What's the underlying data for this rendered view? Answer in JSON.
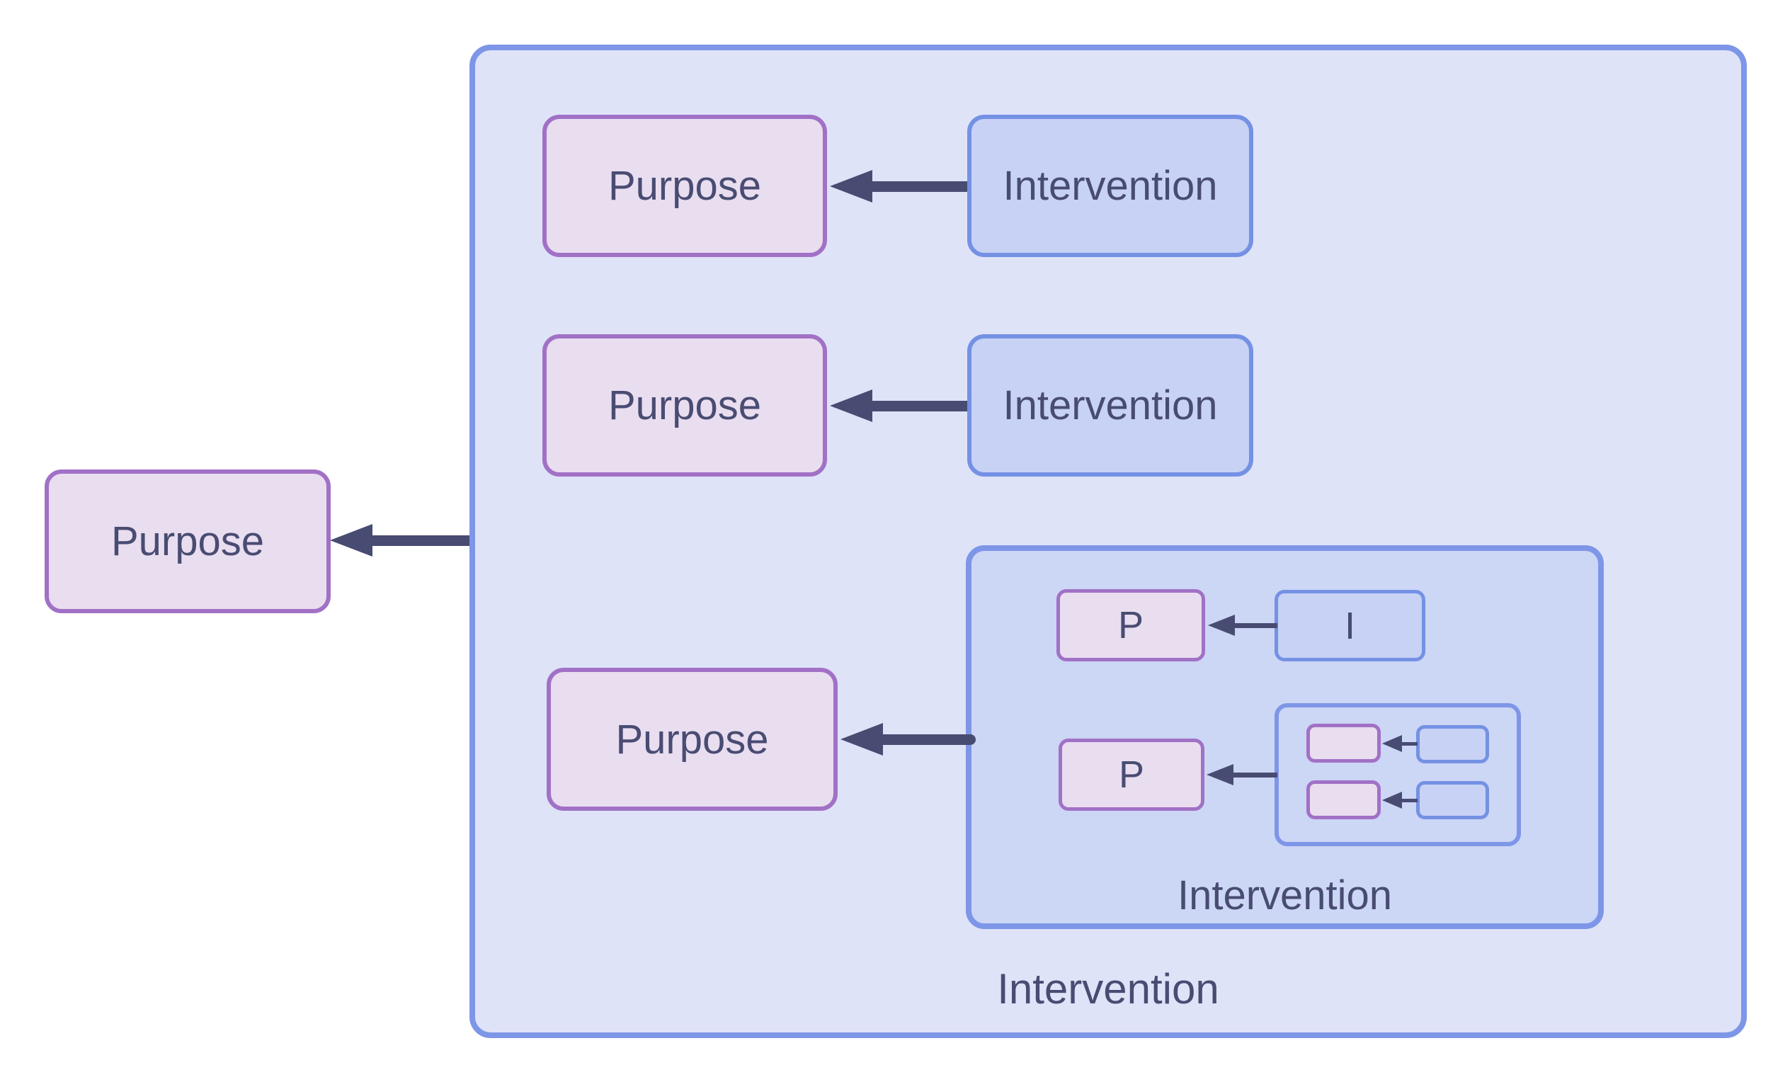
{
  "colors": {
    "canvas_background": "#ffffff",
    "big_container_fill": "#dfe3f8",
    "nested_container_fill": "#ccd6f5",
    "blue_container_border": "#7e96e7",
    "blue_box_fill": "#c7d2f4",
    "blue_box_border": "#7491e4",
    "purple_box_fill": "#e9ddf0",
    "purple_box_border": "#a171c6",
    "arrow": "#484c72",
    "text": "#494c72"
  },
  "diagram": {
    "outer_purpose": {
      "label": "Purpose"
    },
    "intervention_container": {
      "label": "Intervention",
      "pair1": {
        "purpose": "Purpose",
        "intervention": "Intervention"
      },
      "pair2": {
        "purpose": "Purpose",
        "intervention": "Intervention"
      },
      "purpose3": {
        "label": "Purpose"
      },
      "nested_intervention": {
        "label": "Intervention",
        "pair": {
          "purpose": "P",
          "intervention": "I"
        },
        "purpose2": {
          "label": "P"
        }
      }
    }
  }
}
